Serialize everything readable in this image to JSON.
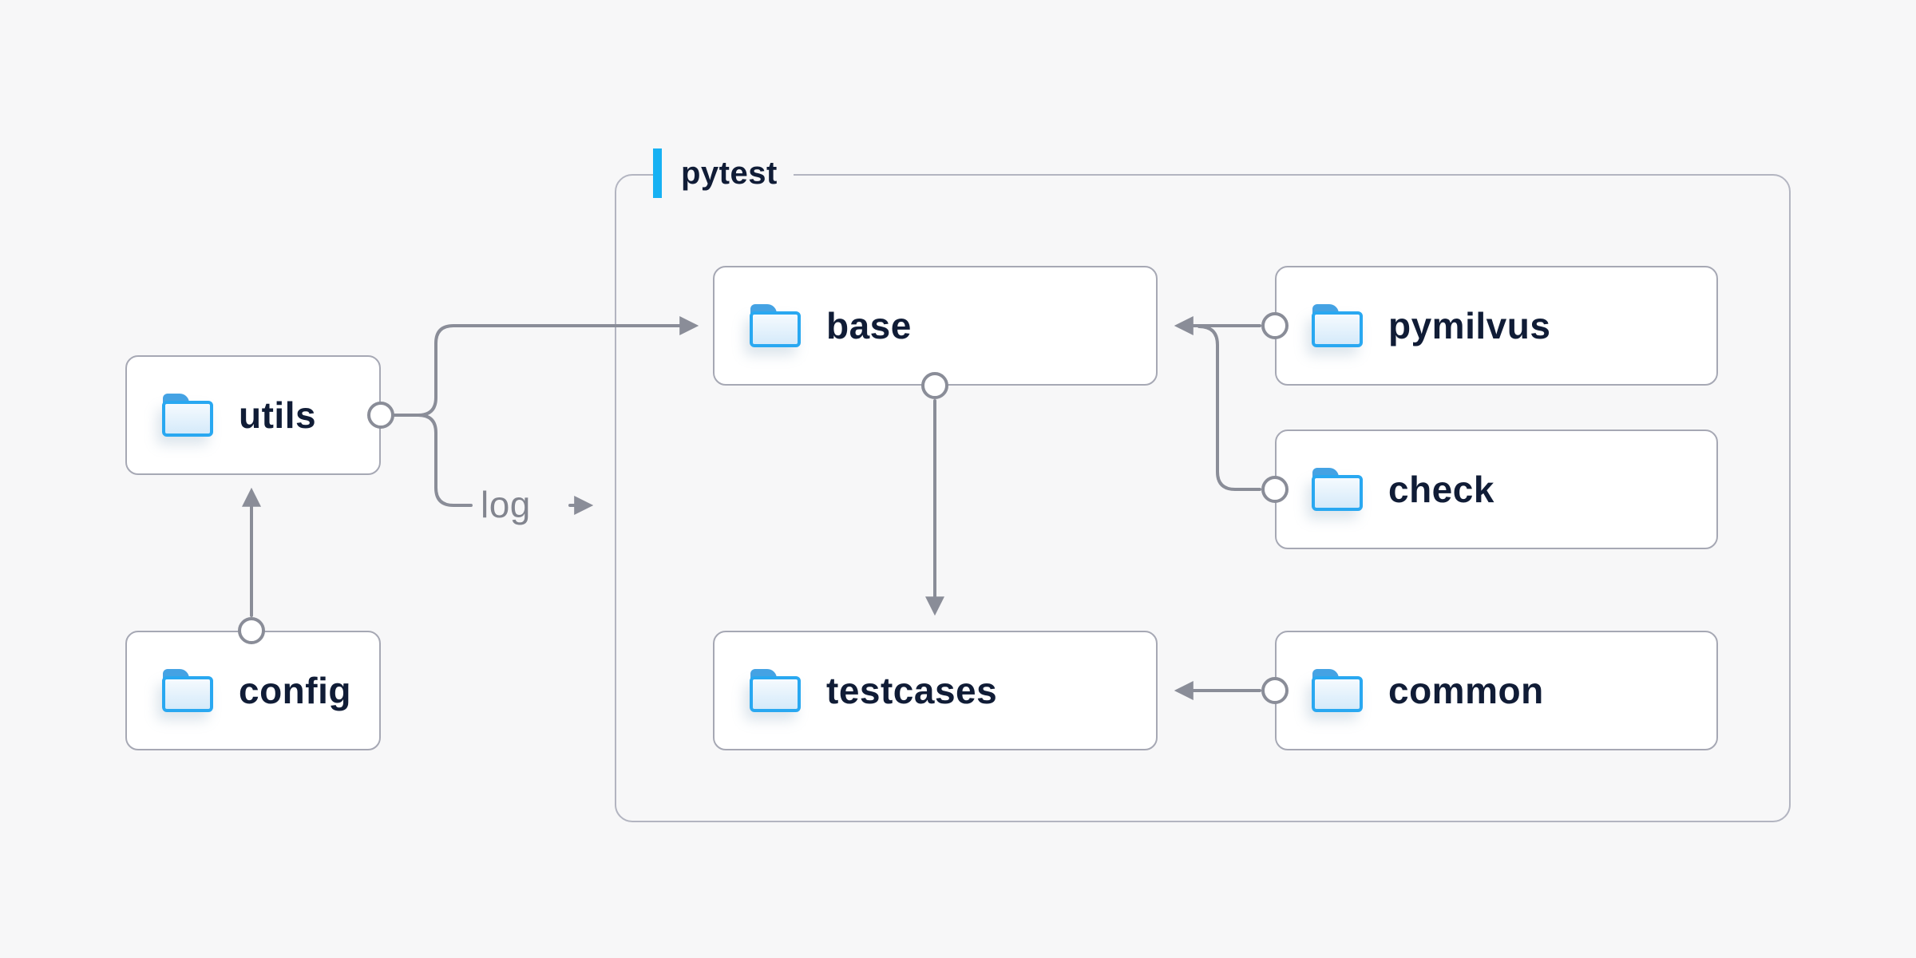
{
  "diagram": {
    "container_label": "pytest",
    "log_label": "log",
    "nodes": {
      "utils": {
        "label": "utils",
        "icon": "folder-icon"
      },
      "config": {
        "label": "config",
        "icon": "folder-icon"
      },
      "base": {
        "label": "base",
        "icon": "folder-icon"
      },
      "pymilvus": {
        "label": "pymilvus",
        "icon": "folder-icon"
      },
      "check": {
        "label": "check",
        "icon": "folder-icon"
      },
      "testcases": {
        "label": "testcases",
        "icon": "folder-icon"
      },
      "common": {
        "label": "common",
        "icon": "folder-icon"
      }
    },
    "edges": [
      {
        "from": "config",
        "to": "utils",
        "style": "arrow"
      },
      {
        "from": "utils",
        "to": "base",
        "style": "arrow"
      },
      {
        "from": "utils",
        "to": "log",
        "style": "arrow"
      },
      {
        "from": "pymilvus",
        "to": "base",
        "style": "arrow"
      },
      {
        "from": "check",
        "to": "base",
        "style": "merge"
      },
      {
        "from": "base",
        "to": "testcases",
        "style": "arrow"
      },
      {
        "from": "common",
        "to": "testcases",
        "style": "arrow"
      }
    ],
    "colors": {
      "background": "#f7f7f8",
      "node_background": "#ffffff",
      "node_border": "#a6a8b4",
      "container_border": "#b3b5c1",
      "connector": "#8a8d98",
      "label_text": "#101c36",
      "accent_bar": "#17b1f3",
      "folder_blue": "#29a8f1",
      "log_text": "#82858f"
    }
  }
}
